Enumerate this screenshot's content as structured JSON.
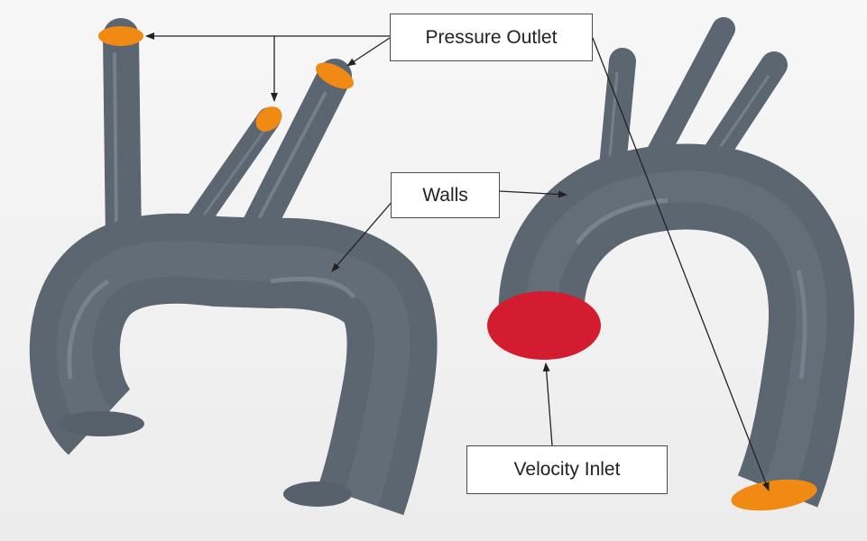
{
  "labels": {
    "pressure_outlet": "Pressure Outlet",
    "walls": "Walls",
    "velocity_inlet": "Velocity Inlet"
  },
  "colors": {
    "vessel_wall": "#5b6670",
    "vessel_highlight": "#8b97a1",
    "pressure_outlet": "#f08a12",
    "velocity_inlet": "#d31c2f",
    "arrow": "#222222"
  }
}
